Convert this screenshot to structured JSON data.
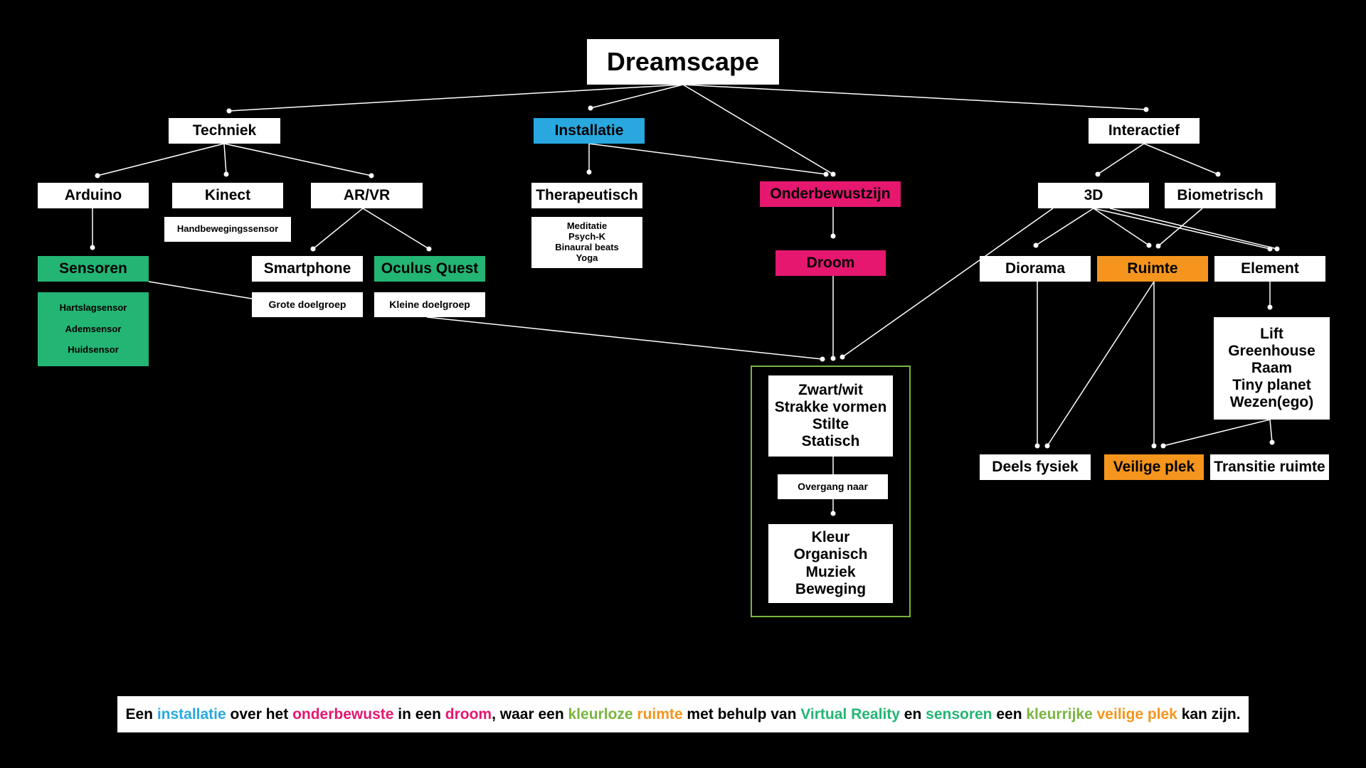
{
  "diagram": {
    "title": "Dreamscape",
    "techniek": {
      "label": "Techniek",
      "arduino": "Arduino",
      "kinect": "Kinect",
      "kinect_detail": "Handbewegingssensor",
      "arvr": "AR/VR",
      "sensoren": "Sensoren",
      "sensor_items": [
        "Hartslagsensor",
        "Ademsensor",
        "Huidsensor"
      ],
      "smartphone": "Smartphone",
      "oculus": "Oculus Quest",
      "grote_doelgroep": "Grote doelgroep",
      "kleine_doelgroep": "Kleine doelgroep"
    },
    "installatie": {
      "label": "Installatie",
      "therapeutisch": "Therapeutisch",
      "therapie_items": [
        "Meditatie",
        "Psych-K",
        "Binaural beats",
        "Yoga"
      ],
      "onderbewustzijn": "Onderbewustzijn",
      "droom": "Droom"
    },
    "center": {
      "state1": [
        "Zwart/wit",
        "Strakke vormen",
        "Stilte",
        "Statisch"
      ],
      "transition": "Overgang naar",
      "state2": [
        "Kleur",
        "Organisch",
        "Muziek",
        "Beweging"
      ]
    },
    "interactief": {
      "label": "Interactief",
      "d3": "3D",
      "biometrisch": "Biometrisch",
      "diorama": "Diorama",
      "ruimte": "Ruimte",
      "element": "Element",
      "element_items": [
        "Lift",
        "Greenhouse",
        "Raam",
        "Tiny planet",
        "Wezen(ego)"
      ],
      "deels_fysiek": "Deels fysiek",
      "veilige_plek": "Veilige plek",
      "transitie_ruimte": "Transitie ruimte"
    }
  },
  "caption": {
    "segments": [
      {
        "text": "Een ",
        "color": "#000000"
      },
      {
        "text": "installatie",
        "color": "#29a8e0"
      },
      {
        "text": " over het ",
        "color": "#000000"
      },
      {
        "text": "onderbewuste",
        "color": "#e5176f"
      },
      {
        "text": " in een ",
        "color": "#000000"
      },
      {
        "text": "droom",
        "color": "#e5176f"
      },
      {
        "text": ", waar een ",
        "color": "#000000"
      },
      {
        "text": "kleurloze",
        "color": "#7ab540"
      },
      {
        "text": " ",
        "color": "#000000"
      },
      {
        "text": "ruimte",
        "color": "#f5951d"
      },
      {
        "text": " met behulp van ",
        "color": "#000000"
      },
      {
        "text": "Virtual Reality",
        "color": "#23b573"
      },
      {
        "text": " en ",
        "color": "#000000"
      },
      {
        "text": "sensoren",
        "color": "#23b573"
      },
      {
        "text": " een ",
        "color": "#000000"
      },
      {
        "text": "kleurrijke",
        "color": "#7ab540"
      },
      {
        "text": " ",
        "color": "#000000"
      },
      {
        "text": "veilige plek",
        "color": "#f5951d"
      },
      {
        "text": " kan zijn.",
        "color": "#000000"
      }
    ]
  },
  "colors": {
    "background": "#000000",
    "node": "#ffffff",
    "green": "#23b573",
    "blue": "#29a8e0",
    "pink": "#e5176f",
    "orange": "#f5951d",
    "frame": "#7ab540",
    "line": "#ffffff"
  }
}
